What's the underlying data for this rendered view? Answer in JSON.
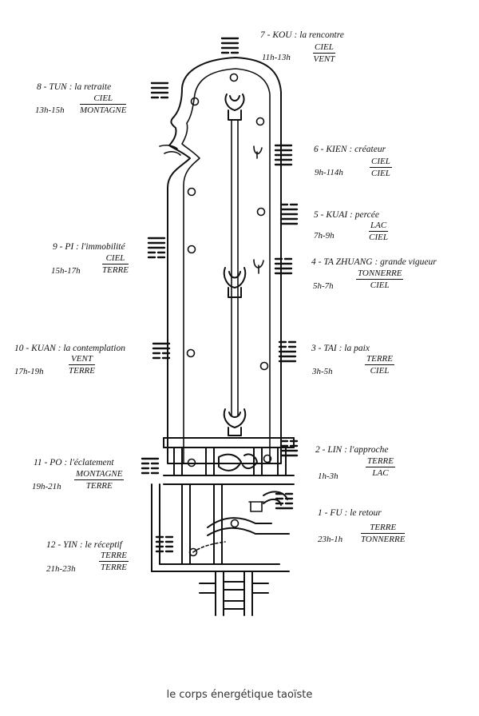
{
  "caption": "le corps énergétique taoïste",
  "hexagrams": [
    {
      "id": "kou",
      "title": "7 - KOU : la rencontre",
      "upper": "CIEL",
      "lower": "VENT",
      "time": "11h-13h"
    },
    {
      "id": "tun",
      "title": "8 - TUN : la retraite",
      "upper": "CIEL",
      "lower": "MONTAGNE",
      "time": "13h-15h"
    },
    {
      "id": "kien",
      "title": "6 - KIEN : créateur",
      "upper": "CIEL",
      "lower": "CIEL",
      "time": "9h-114h"
    },
    {
      "id": "kuai",
      "title": "5 - KUAI : percée",
      "upper": "LAC",
      "lower": "CIEL",
      "time": "7h-9h"
    },
    {
      "id": "pi",
      "title": "9 - PI : l'immobilité",
      "upper": "CIEL",
      "lower": "TERRE",
      "time": "15h-17h"
    },
    {
      "id": "tazhuang",
      "title": "4 - TA ZHUANG : grande vigueur",
      "upper": "TONNERRE",
      "lower": "CIEL",
      "time": "5h-7h"
    },
    {
      "id": "kuan",
      "title": "10 - KUAN : la contemplation",
      "upper": "VENT",
      "lower": "TERRE",
      "time": "17h-19h"
    },
    {
      "id": "tai",
      "title": "3 - TAI : la paix",
      "upper": "TERRE",
      "lower": "CIEL",
      "time": "3h-5h"
    },
    {
      "id": "lin",
      "title": "2 - LIN : l'approche",
      "upper": "TERRE",
      "lower": "LAC",
      "time": "1h-3h"
    },
    {
      "id": "po",
      "title": "11 - PO : l'éclatement",
      "upper": "MONTAGNE",
      "lower": "TERRE",
      "time": "19h-21h"
    },
    {
      "id": "fu",
      "title": "1 - FU : le retour",
      "upper": "TERRE",
      "lower": "TONNERRE",
      "time": "23h-1h"
    },
    {
      "id": "yin",
      "title": "12 - YIN : le réceptif",
      "upper": "TERRE",
      "lower": "TERRE",
      "time": "21h-23h"
    }
  ]
}
